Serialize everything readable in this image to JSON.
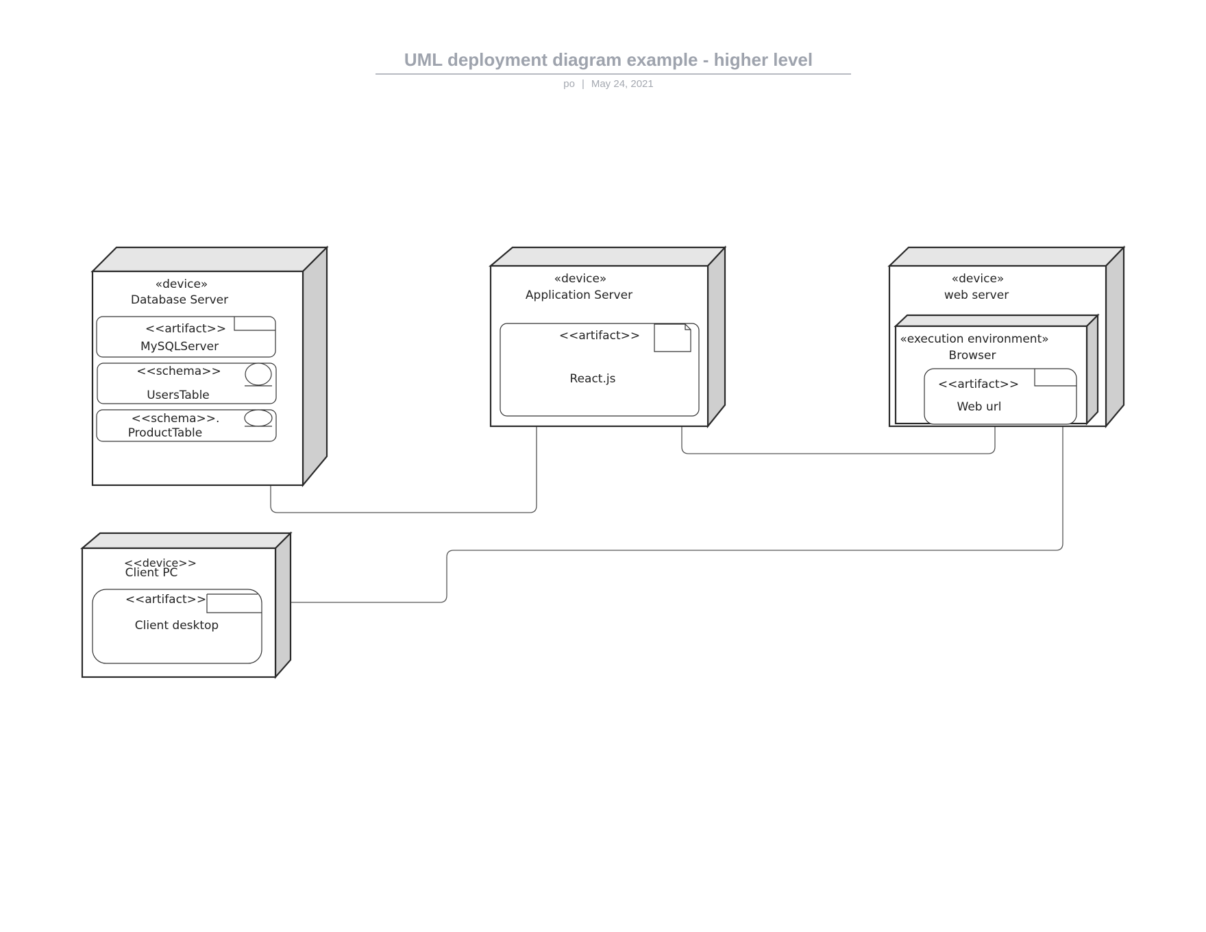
{
  "header": {
    "title": "UML deployment diagram example - higher level",
    "author": "po",
    "separator": "|",
    "date": "May 24, 2021"
  },
  "nodes": {
    "database_server": {
      "stereotype": "«device»",
      "name": "Database Server",
      "artifact": {
        "stereotype": "<<artifact>>",
        "name": "MySQLServer"
      },
      "schema_users": {
        "stereotype": "<<schema>>",
        "name": "UsersTable"
      },
      "schema_products": {
        "stereotype": "<<schema>>.",
        "name": "ProductTable"
      }
    },
    "application_server": {
      "stereotype": "«device»",
      "name": "Application Server",
      "artifact": {
        "stereotype": "<<artifact>>",
        "name": "React.js"
      }
    },
    "web_server": {
      "stereotype": "«device»",
      "name": "web server",
      "execution_environment": {
        "stereotype": "«execution environment»",
        "name": "Browser",
        "artifact": {
          "stereotype": "<<artifact>>",
          "name": "Web url"
        }
      }
    },
    "client_pc": {
      "stereotype": "<<device>>",
      "name": "Client PC",
      "artifact": {
        "stereotype": "<<artifact>>",
        "name": "Client desktop"
      }
    }
  },
  "colors": {
    "title": "#9ea3ad",
    "node_outline": "#2a2a2a",
    "node_top_face": "#e6e6e6",
    "node_side_face": "#cfcfcf",
    "connector": "#555555"
  }
}
